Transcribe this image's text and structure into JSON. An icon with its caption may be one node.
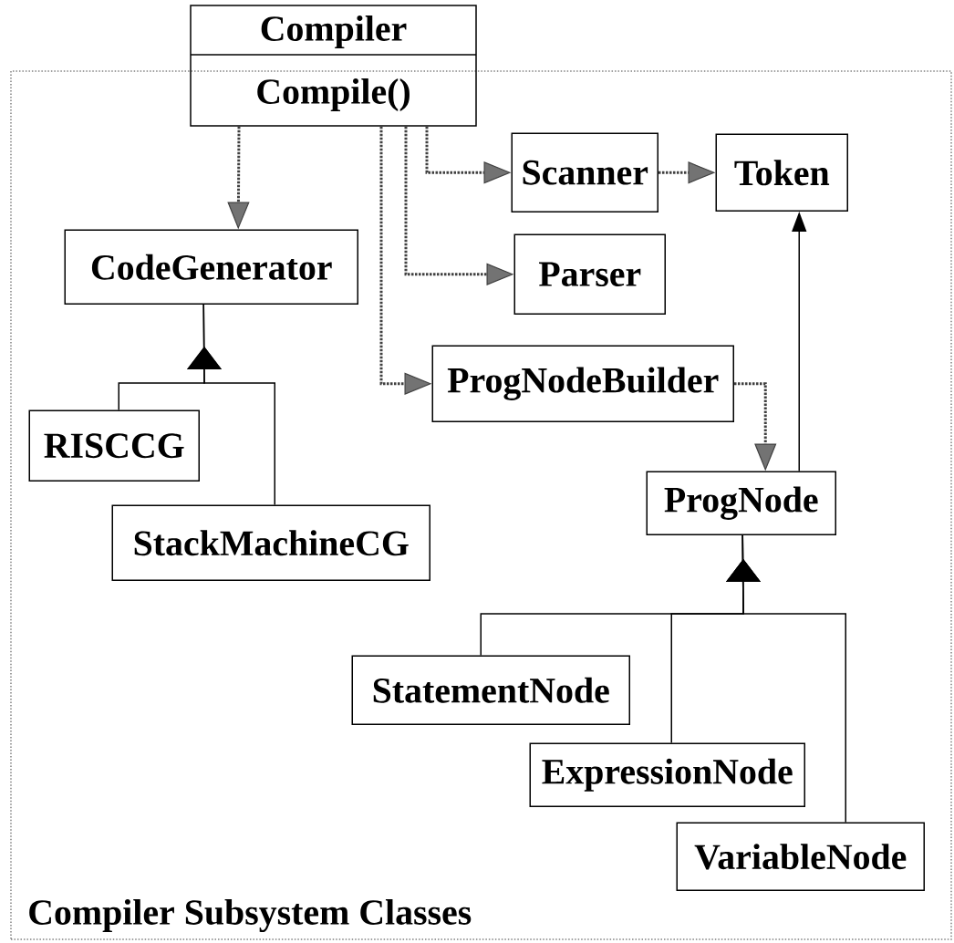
{
  "diagram": {
    "nodes": [
      {
        "text": [
          "Compiler Subsystem Classes"
        ]
      },
      {
        "text": [
          "Compiler",
          "Compile()"
        ]
      },
      {
        "text": [
          "Scanner"
        ],
        "in": 0
      },
      {
        "text": [
          "Token"
        ],
        "in": 0
      },
      {
        "text": [
          "CodeGenerator"
        ],
        "in": 0
      },
      {
        "text": [
          "Parser"
        ],
        "in": 0
      },
      {
        "text": [
          "ProgNodeBuilder"
        ],
        "in": 0
      },
      {
        "text": [
          "RISCCG"
        ],
        "in": 0
      },
      {
        "text": [
          "ProgNode"
        ],
        "in": 0
      },
      {
        "text": [
          "StackMachineCG"
        ],
        "in": 0
      },
      {
        "text": [
          "StatementNode"
        ],
        "in": 0
      },
      {
        "text": [
          "ExpressionNode"
        ],
        "in": 0
      },
      {
        "text": [
          "VariableNode"
        ],
        "in": 0
      }
    ],
    "edges": [
      {
        "from": 1,
        "to": 4,
        "arrow": "to",
        "style": "dashed"
      },
      {
        "from": 1,
        "to": 2,
        "arrow": "to",
        "style": "dashed"
      },
      {
        "from": 2,
        "to": 3,
        "arrow": "to",
        "style": "dashed"
      },
      {
        "from": 1,
        "to": 5,
        "arrow": "to",
        "style": "dashed"
      },
      {
        "from": 1,
        "to": 6,
        "arrow": "to",
        "style": "dashed"
      },
      {
        "from": 6,
        "to": 8,
        "arrow": "to",
        "style": "dashed"
      },
      {
        "from": 8,
        "to": 3,
        "arrow": "to"
      },
      {
        "from": 7,
        "to": 4,
        "arrow": "to"
      },
      {
        "from": 9,
        "to": 4,
        "arrow": "to"
      },
      {
        "from": 10,
        "to": 8,
        "arrow": "to"
      },
      {
        "from": 11,
        "to": 8,
        "arrow": "to"
      },
      {
        "from": 12,
        "to": 8,
        "arrow": "to"
      }
    ]
  }
}
